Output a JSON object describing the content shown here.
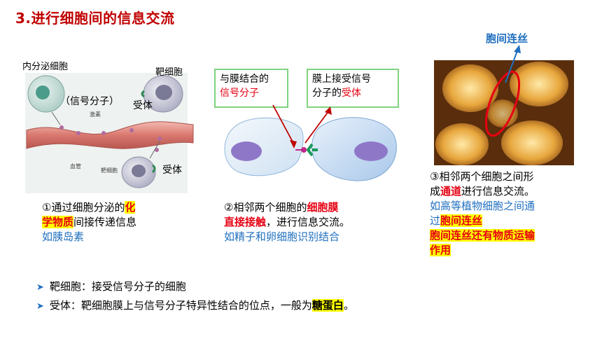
{
  "title": "3.进行细胞间的信息交流",
  "left_figure": {
    "labels": {
      "endocrine_cell": "内分泌细胞",
      "target_cell": "靶细胞",
      "signal_molecule": "（信号分子）",
      "receptor_1": "受体",
      "receptor_2": "受体",
      "hormone": "激素",
      "blood_vessel": "血管",
      "target_cell_small": "靶细胞"
    },
    "caption": {
      "part1": "①通过细胞分泌的",
      "part2": "化",
      "part3": "学物质",
      "part4": "间接传递信息",
      "part5": "如胰岛素"
    }
  },
  "middle_figure": {
    "box1": {
      "line1": "与膜结合的",
      "line2": "信号分子"
    },
    "box2": {
      "line1": "膜上接受信号",
      "line2a": "分子的",
      "line2b": "受体"
    },
    "caption": {
      "part1": "②相邻两个细胞的",
      "part2": "细胞膜",
      "part3": "直接接触",
      "part4": "，进行信息交流。",
      "part5": "如精子和卵细胞识别结合"
    }
  },
  "right_figure": {
    "label": "胞间连丝",
    "caption": {
      "part1": "③相邻两个细胞之间形",
      "part2": "成",
      "part3": "通道",
      "part4": "进行信息交流。",
      "part5": "如高等植物细胞之间通",
      "part6": "过",
      "part7": "胞间连丝",
      "part8": "胞间连丝还有物质运输",
      "part9": "作用"
    }
  },
  "bullets": {
    "b1": "靶细胞：接受信号分子的细胞",
    "b2a": "受体：靶细胞膜上与信号分子特异性结合的位点，一般为",
    "b2b": "糖蛋白",
    "b2c": "。"
  },
  "colors": {
    "title": "#c00000",
    "red": "#e60012",
    "blue": "#1f6fbf",
    "highlight": "#ffff00",
    "box_border": "#7fd37f"
  }
}
